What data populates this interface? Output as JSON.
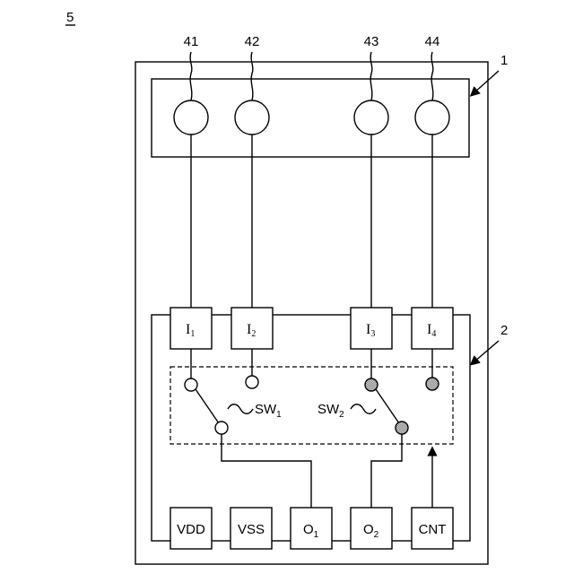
{
  "figure_label": "5",
  "callouts": {
    "module": "1",
    "chip": "2"
  },
  "terminal_labels": [
    "41",
    "42",
    "43",
    "44"
  ],
  "inputs": [
    {
      "main": "I",
      "sub": "1"
    },
    {
      "main": "I",
      "sub": "2"
    },
    {
      "main": "I",
      "sub": "3"
    },
    {
      "main": "I",
      "sub": "4"
    }
  ],
  "switches": [
    {
      "main": "SW",
      "sub": "1"
    },
    {
      "main": "SW",
      "sub": "2"
    }
  ],
  "bottom_pins": {
    "vdd": "VDD",
    "vss": "VSS",
    "o1": {
      "main": "O",
      "sub": "1"
    },
    "o2": {
      "main": "O",
      "sub": "2"
    },
    "cnt": "CNT"
  },
  "colors": {
    "stroke": "#000000",
    "background": "#ffffff",
    "hatch": "#555555"
  }
}
